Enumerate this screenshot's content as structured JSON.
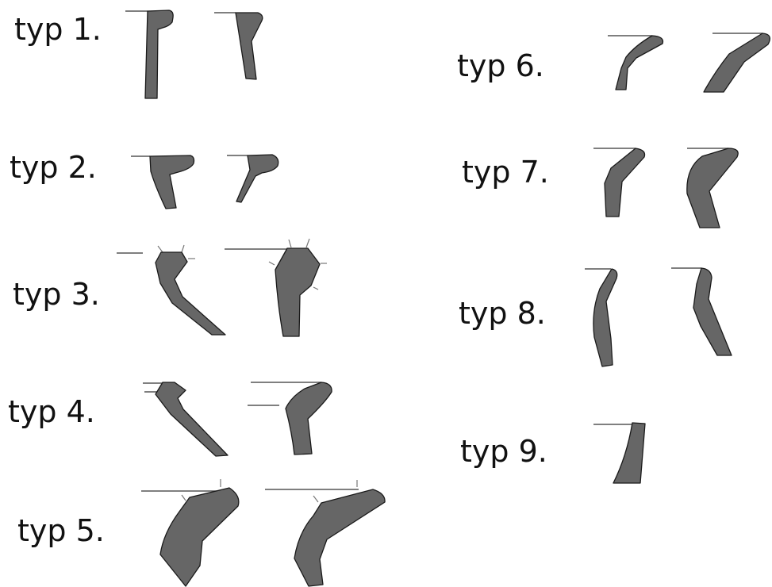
{
  "labels": {
    "t1": "typ 1.",
    "t2": "typ 2.",
    "t3": "typ 3.",
    "t4": "typ 4.",
    "t5": "typ 5.",
    "t6": "typ 6.",
    "t7": "typ 7.",
    "t8": "typ 8.",
    "t9": "typ 9."
  },
  "colors": {
    "shape_fill": "#666666",
    "shape_stroke": "#1a1a1a",
    "reference_line": "#555555",
    "text": "#111111",
    "background": "#ffffff"
  }
}
